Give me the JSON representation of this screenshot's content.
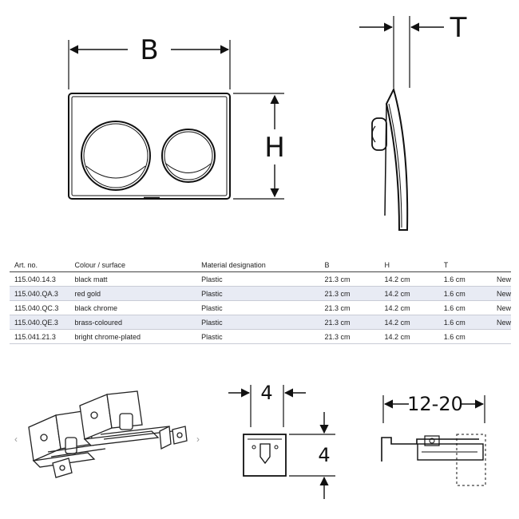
{
  "dimension_labels": {
    "width": "B",
    "height": "H",
    "thickness": "T",
    "block_width": "4",
    "block_height": "4",
    "adjust_range": "12-20"
  },
  "table": {
    "headers": [
      "Art. no.",
      "Colour / surface",
      "Material designation",
      "B",
      "H",
      "T",
      ""
    ],
    "rows": [
      [
        "115.040.14.3",
        "black matt",
        "Plastic",
        "21.3 cm",
        "14.2 cm",
        "1.6 cm",
        "New"
      ],
      [
        "115.040.QA.3",
        "red gold",
        "Plastic",
        "21.3 cm",
        "14.2 cm",
        "1.6 cm",
        "New"
      ],
      [
        "115.040.QC.3",
        "black chrome",
        "Plastic",
        "21.3 cm",
        "14.2 cm",
        "1.6 cm",
        "New"
      ],
      [
        "115.040.QE.3",
        "brass-coloured",
        "Plastic",
        "21.3 cm",
        "14.2 cm",
        "1.6 cm",
        "New"
      ],
      [
        "115.041.21.3",
        "bright chrome-plated",
        "Plastic",
        "21.3 cm",
        "14.2 cm",
        "1.6 cm",
        ""
      ]
    ]
  },
  "carousel": {
    "prev_icon": "‹",
    "next_icon": "›"
  },
  "colors": {
    "line": "#111111",
    "row_alt": "#e8ebf4"
  }
}
